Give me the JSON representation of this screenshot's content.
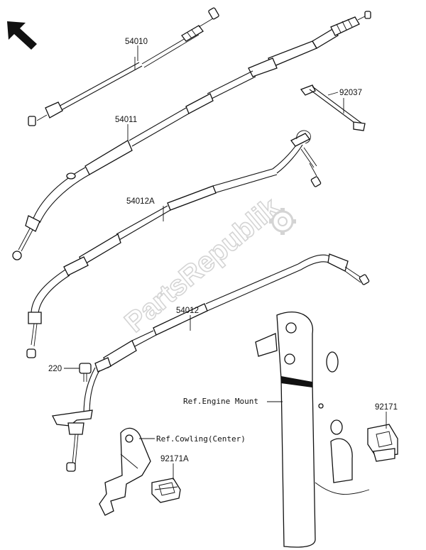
{
  "parts": [
    {
      "id": "p54010",
      "number": "54010"
    },
    {
      "id": "p54011",
      "number": "54011"
    },
    {
      "id": "p92037",
      "number": "92037"
    },
    {
      "id": "p54012A",
      "number": "54012A"
    },
    {
      "id": "p54012",
      "number": "54012"
    },
    {
      "id": "p220",
      "number": "220"
    },
    {
      "id": "p92171",
      "number": "92171"
    },
    {
      "id": "p92171A",
      "number": "92171A"
    }
  ],
  "references": {
    "engine_mount": "Ref.Engine Mount",
    "cowling_center": "Ref.Cowling(Center)"
  },
  "watermark": "PartsRepublik",
  "icons": {
    "direction_arrow": "arrow-up-left-icon",
    "watermark_gear": "gear-icon"
  }
}
